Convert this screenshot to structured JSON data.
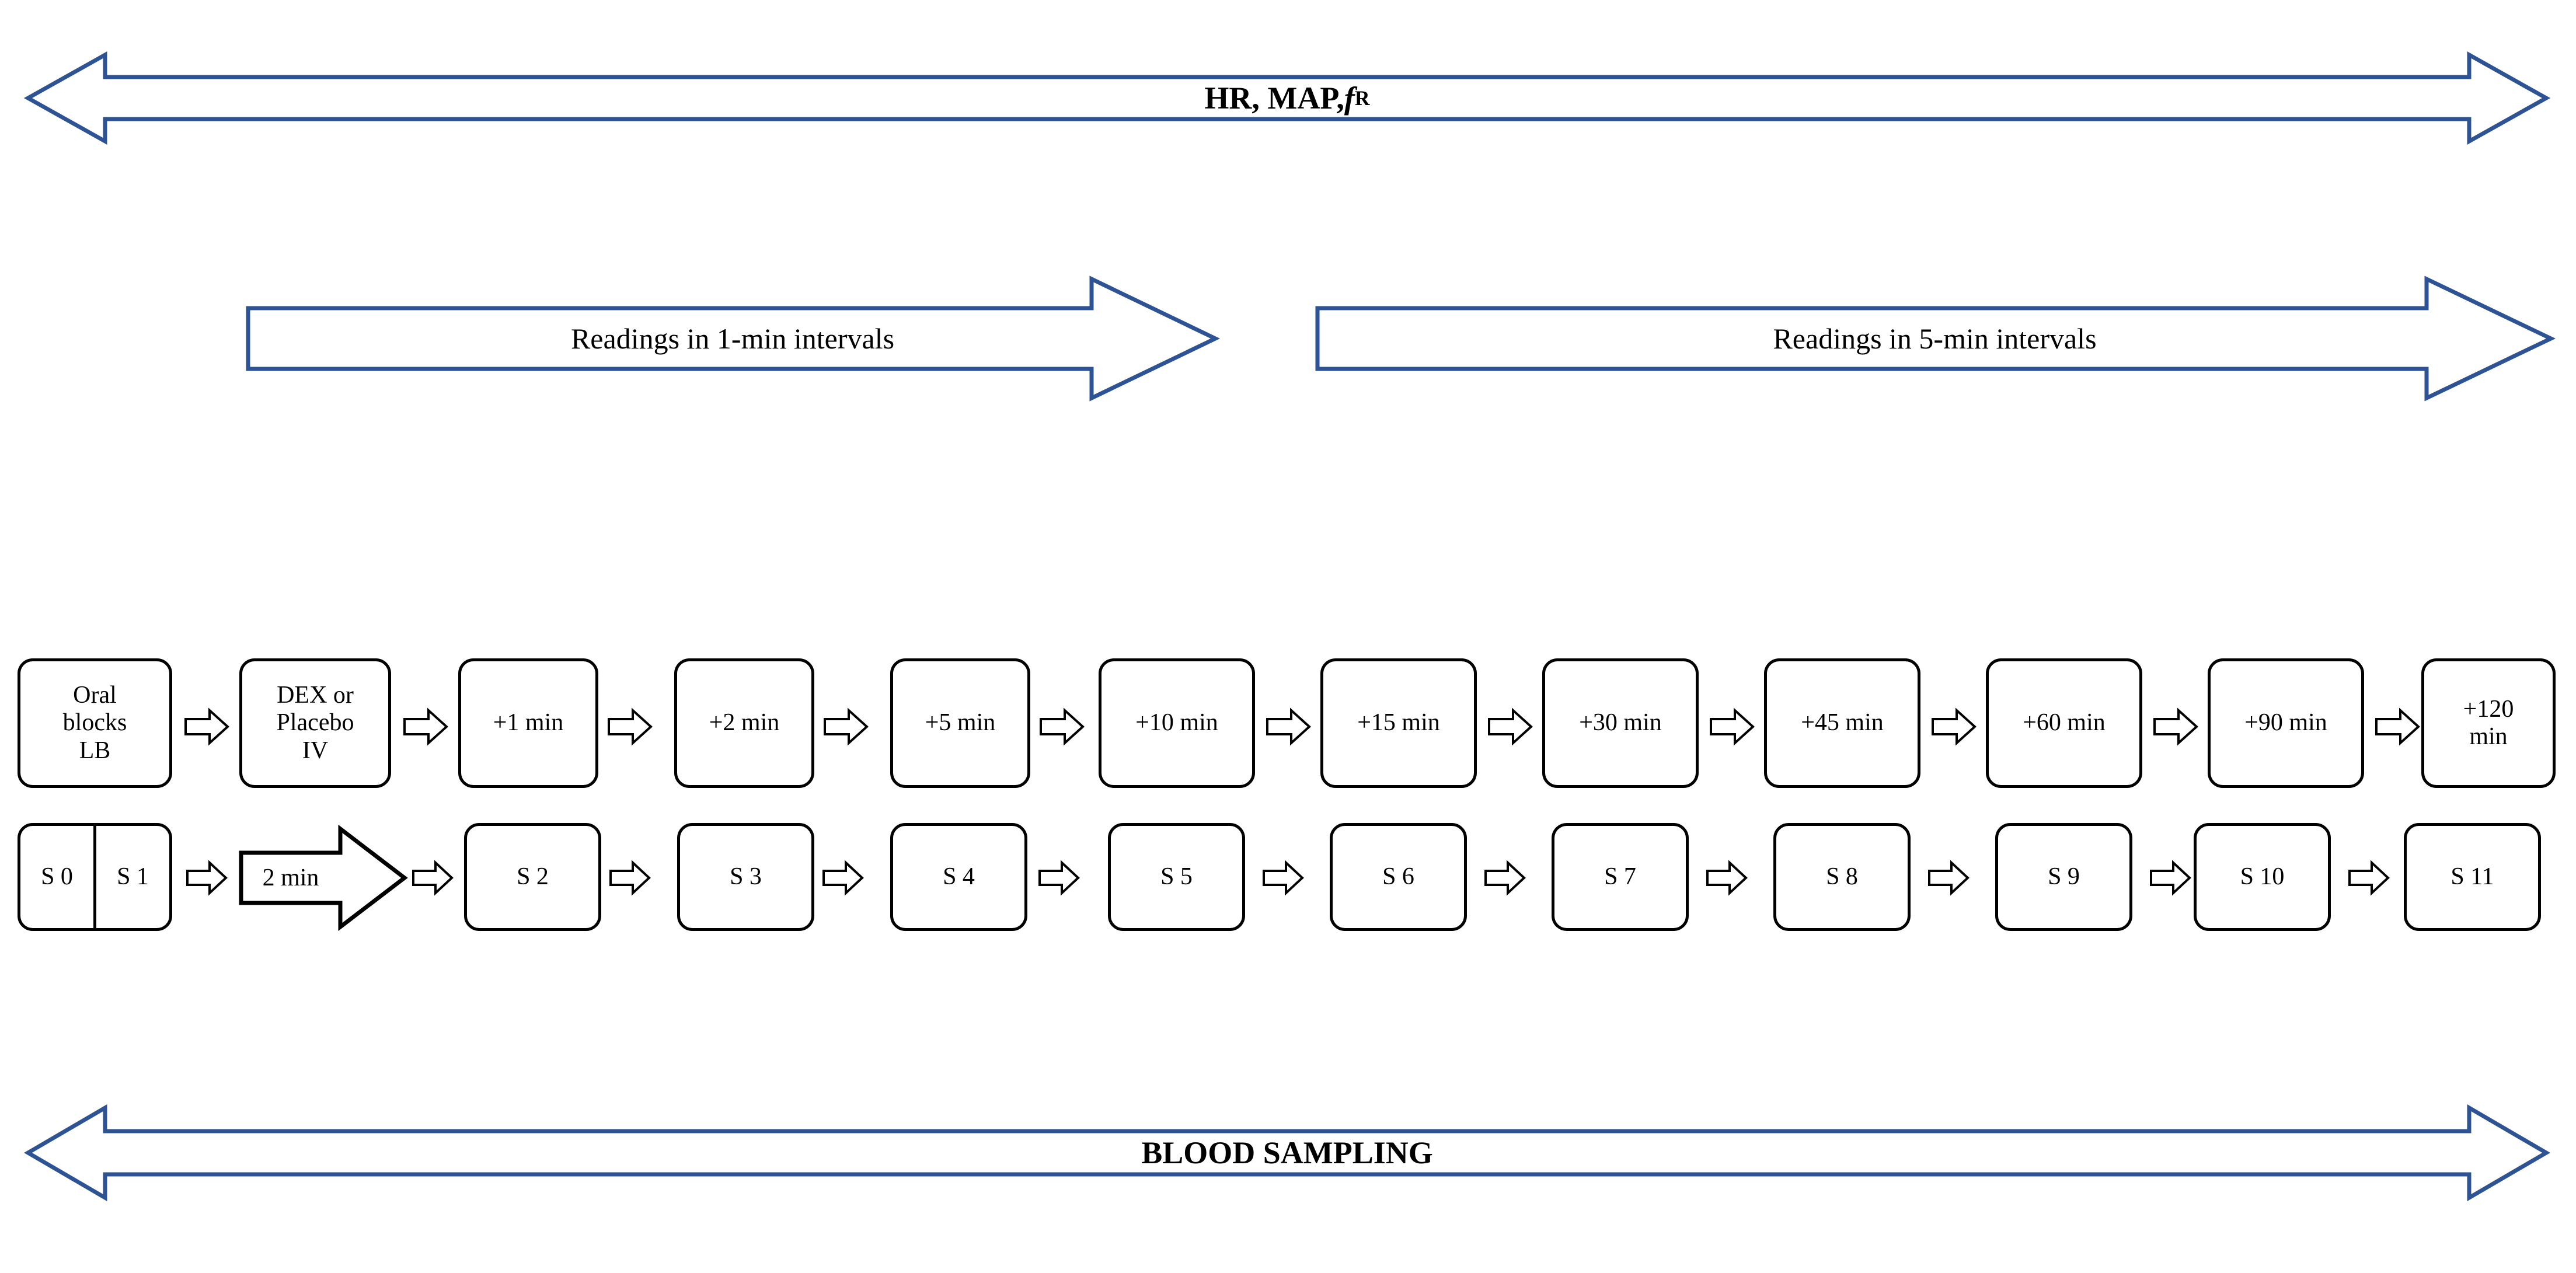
{
  "colors": {
    "arrow_outline_blue": "#2E5395",
    "arrow_outline_blue_light": "#8FA4CC",
    "box_outline_black": "#000000",
    "background": "#FFFFFF"
  },
  "banners": {
    "top": {
      "label_parts": {
        "lead": "HR, MAP, ",
        "italic": "f",
        "subscript": "R"
      },
      "label_plain": "HR, MAP, fR",
      "style": "double-headed",
      "bold": true
    },
    "readings_1min": {
      "label": "Readings in 1-min intervals",
      "style": "right-headed",
      "bold": false
    },
    "readings_5min": {
      "label": "Readings in 5-min intervals",
      "style": "right-headed",
      "bold": false
    },
    "bottom": {
      "label": "BLOOD SAMPLING",
      "style": "double-headed",
      "bold": true
    }
  },
  "timeline": {
    "steps": [
      {
        "label": "Oral blocks LB",
        "lines": [
          "Oral",
          "blocks",
          "LB"
        ]
      },
      {
        "label": "DEX or Placebo IV",
        "lines": [
          "DEX or",
          "Placebo",
          "IV"
        ]
      },
      {
        "label": "+1 min",
        "lines": [
          "+1 min"
        ]
      },
      {
        "label": "+2 min",
        "lines": [
          "+2 min"
        ]
      },
      {
        "label": "+5 min",
        "lines": [
          "+5 min"
        ]
      },
      {
        "label": "+10 min",
        "lines": [
          "+10 min"
        ]
      },
      {
        "label": "+15 min",
        "lines": [
          "+15 min"
        ]
      },
      {
        "label": "+30 min",
        "lines": [
          "+30 min"
        ]
      },
      {
        "label": "+45 min",
        "lines": [
          "+45 min"
        ]
      },
      {
        "label": "+60 min",
        "lines": [
          "+60 min"
        ]
      },
      {
        "label": "+90 min",
        "lines": [
          "+90 min"
        ]
      },
      {
        "label": "+120 min",
        "lines": [
          "+120",
          "min"
        ]
      }
    ]
  },
  "samples": {
    "split_box": {
      "left": "S 0",
      "right": "S 1"
    },
    "interval_arrow": {
      "label": "2 min"
    },
    "items": [
      {
        "label": "S 2"
      },
      {
        "label": "S 3"
      },
      {
        "label": "S 4"
      },
      {
        "label": "S 5"
      },
      {
        "label": "S 6"
      },
      {
        "label": "S 7"
      },
      {
        "label": "S 8"
      },
      {
        "label": "S 9"
      },
      {
        "label": "S 10"
      },
      {
        "label": "S 11"
      }
    ]
  },
  "connector_icon": "chevron-right-arrow-icon"
}
